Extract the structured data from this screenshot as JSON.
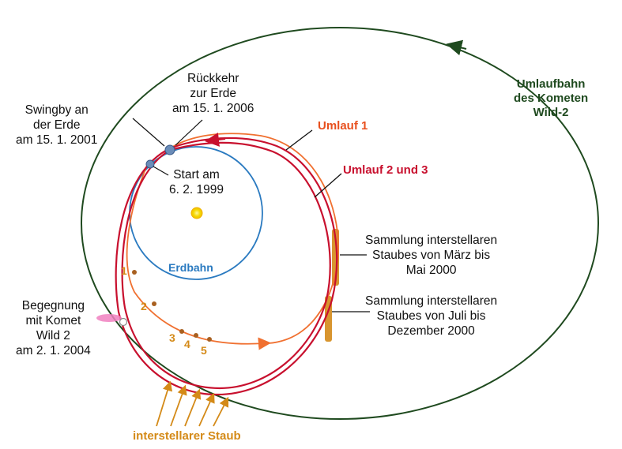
{
  "labels": {
    "comet_orbit": [
      "Umlaufbahn",
      "des Kometen",
      "Wild-2"
    ],
    "orbit1": "Umlauf 1",
    "orbit23": "Umlauf 2 und 3",
    "earth_orbit": "Erdbahn",
    "return": [
      "Rückkehr",
      "zur Erde",
      "am 15. 1. 2006"
    ],
    "swingby": [
      "Swingby an",
      "der Erde",
      "am 15. 1. 2001"
    ],
    "start": [
      "Start am",
      "6. 2. 1999"
    ],
    "collection1": [
      "Sammlung interstellaren",
      "Staubes von März bis",
      "Mai 2000"
    ],
    "collection2": [
      "Sammlung interstellaren",
      "Staubes von Juli bis",
      "Dezember 2000"
    ],
    "encounter": [
      "Begegnung",
      "mit Komet",
      "Wild 2",
      "am 2. 1. 2004"
    ],
    "dust": "interstellarer Staub"
  },
  "markers": [
    "1",
    "2",
    "3",
    "4",
    "5"
  ],
  "colors": {
    "comet_orbit": "#1f4a1f",
    "orbit1": "#f07030",
    "orbit23": "#c8102e",
    "earth_orbit": "#2a7ac0",
    "dust": "#d48a18",
    "sun": "#f5d800",
    "comet": "#f080c0"
  }
}
